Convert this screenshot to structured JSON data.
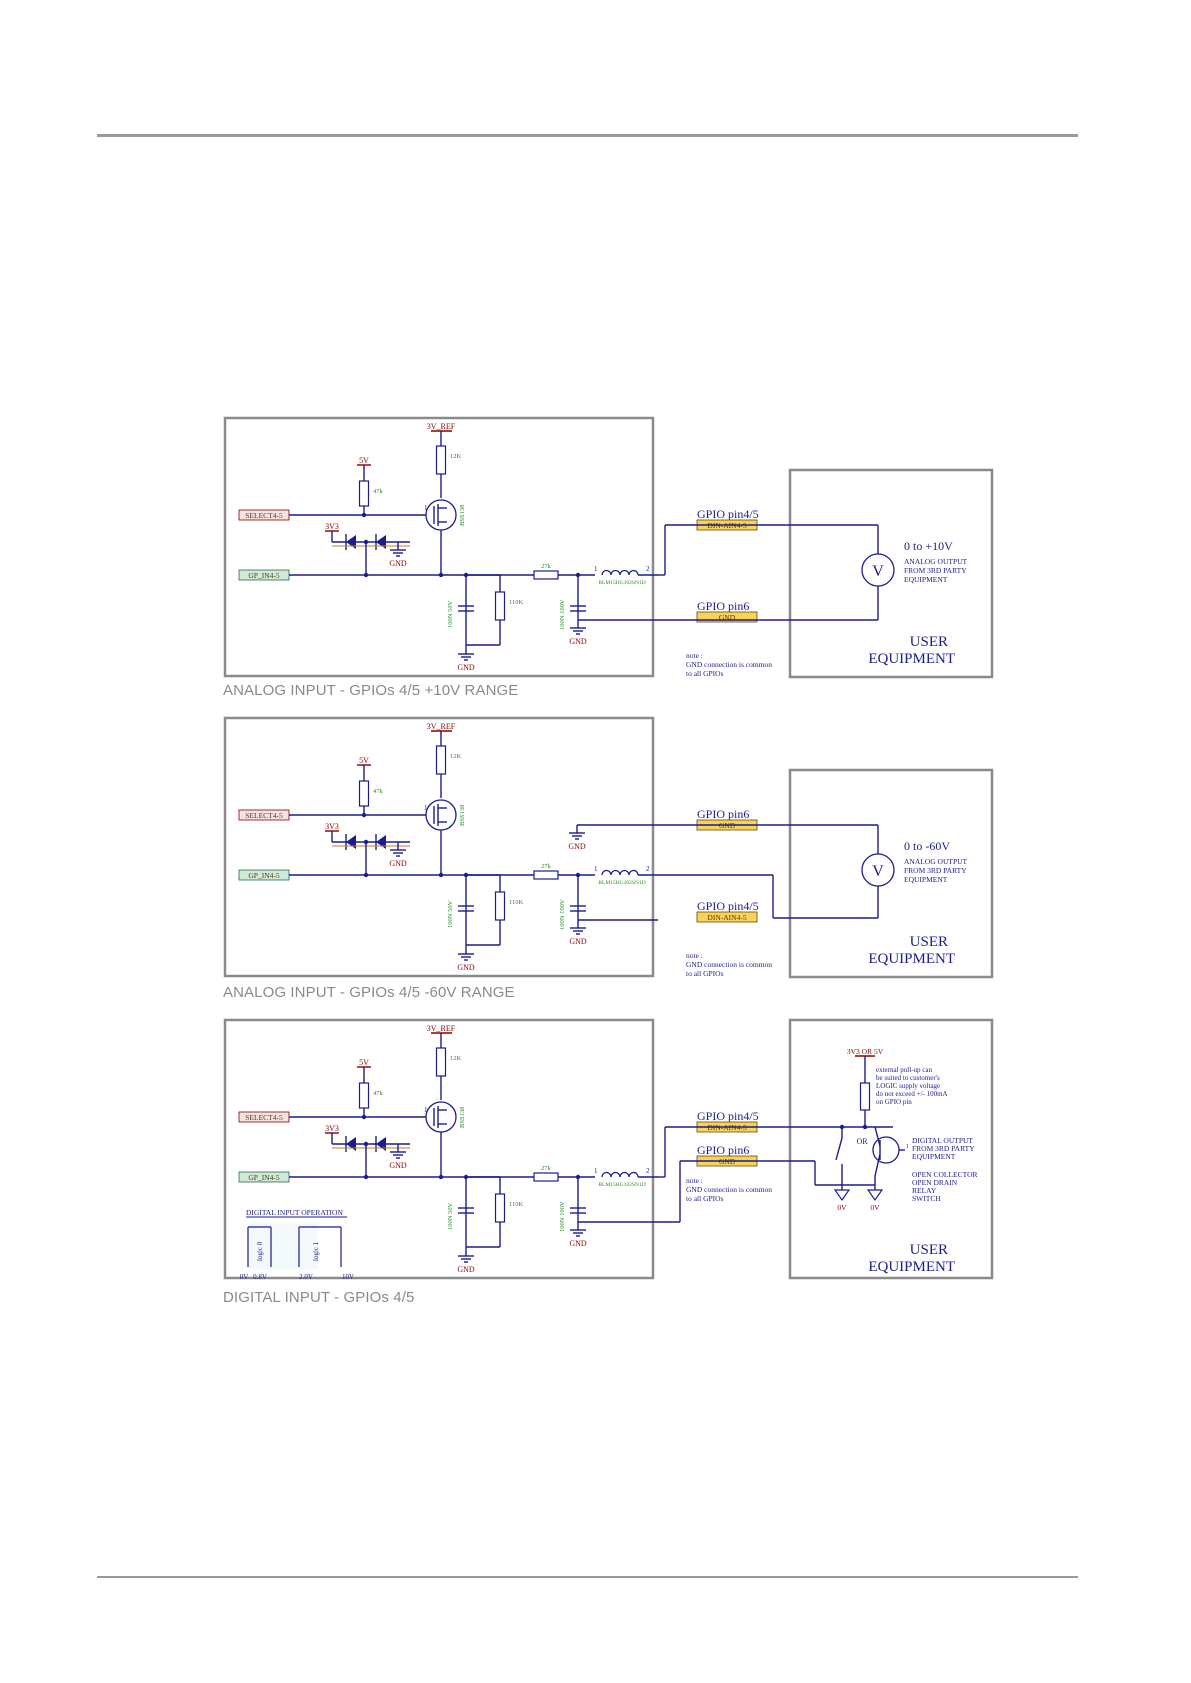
{
  "panels": [
    {
      "id": "analog-10v",
      "caption": "ANALOG INPUT - GPIOs 4/5 +10V RANGE",
      "top_label": "GPIO pin4/5",
      "top_net": "DIN-AIN4-5",
      "bottom_label": "GPIO pin6",
      "bottom_net": "GND",
      "range": "0 to +10V",
      "output_desc": [
        "ANALOG OUTPUT",
        "FROM 3RD PARTY",
        "EQUIPMENT"
      ],
      "note": [
        "note :",
        "GND connection is common",
        "to all GPIOs"
      ],
      "equipment": [
        "USER",
        "EQUIPMENT"
      ]
    },
    {
      "id": "analog-60v",
      "caption": "ANALOG INPUT - GPIOs 4/5 -60V RANGE",
      "top_label": "GPIO pin6",
      "top_net": "GND",
      "bottom_label": "GPIO pin4/5",
      "bottom_net": "DIN-AIN4-5",
      "range": "0 to -60V",
      "output_desc": [
        "ANALOG OUTPUT",
        "FROM 3RD PARTY",
        "EQUIPMENT"
      ],
      "note": [
        "note :",
        "GND connection is common",
        "to all GPIOs"
      ],
      "equipment": [
        "USER",
        "EQUIPMENT"
      ]
    },
    {
      "id": "digital",
      "caption": "DIGITAL INPUT - GPIOs 4/5",
      "top_label": "GPIO pin4/5",
      "top_net": "DIN-AIN4-5",
      "bottom_label": "GPIO pin6",
      "bottom_net": "GND",
      "note": [
        "note :",
        "GND connection is common",
        "to all GPIOs"
      ],
      "equipment": [
        "USER",
        "EQUIPMENT"
      ],
      "supply": "3V3 OR 5V",
      "pullup_note": [
        "external pull-up can",
        "be suited to customer's",
        "LOGIC supply voltage",
        "do not exceed +/- 100mA",
        "on GPIO pin"
      ],
      "or_label": "OR",
      "digital_output": [
        "DIGITAL OUTPUT",
        "FROM 3RD PARTY",
        "EQUIPMENT"
      ],
      "switch_types": [
        "OPEN COLLECTOR",
        "OPEN DRAIN",
        "RELAY",
        "SWITCH"
      ],
      "ground_labels": [
        "0V",
        "0V"
      ],
      "inset": {
        "title": "DIGITAL INPUT OPERATION",
        "logic0": "logic 0",
        "logic1": "logic 1",
        "ticks": [
          "0V",
          "0.8V",
          "2.0V",
          "10V"
        ]
      }
    }
  ],
  "board": {
    "ref": "3V_REF",
    "v5": "5V",
    "v3v3": "3V3",
    "gnd": "GND",
    "select": "SELECT4-5",
    "gp_in": "GP_IN4-5",
    "r12k": "12K",
    "r47k": "47k",
    "r27k": "27k",
    "r110k": "110K",
    "mosfet": "BSS138",
    "cap1": "100N 50V",
    "cap2": "100N 100V",
    "inductor": "BLM15HG102SN1D",
    "pin1": "1",
    "pin2": "2"
  }
}
